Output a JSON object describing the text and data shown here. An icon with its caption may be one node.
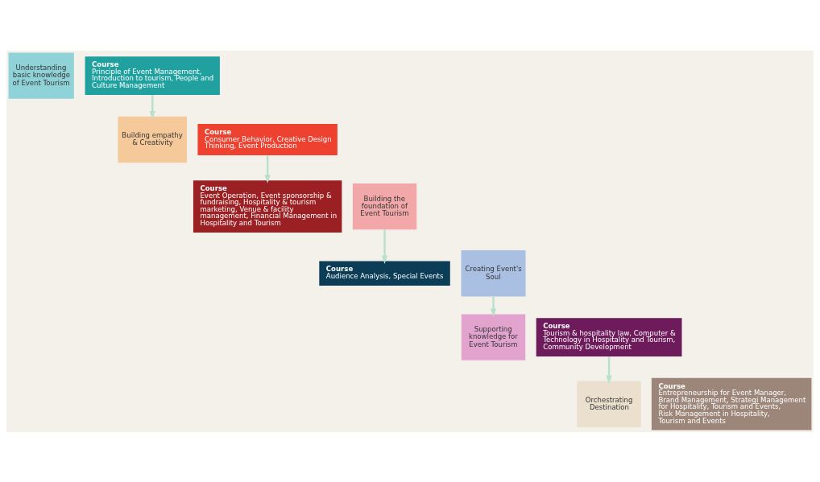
{
  "diagram": {
    "nodes": [
      {
        "text": [
          "Understanding basic knowledge of Event Tourism"
        ]
      },
      {
        "text": [
          "Course",
          "Principle of Event Management, Introduction to tourism, People and Culture Management"
        ]
      },
      {
        "text": [
          "Building empathy & Creativity"
        ]
      },
      {
        "text": [
          "Course",
          "Consumer Behavior, Creative Design Thinking, Event Production"
        ]
      },
      {
        "text": [
          "Building the foundation of Event Tourism"
        ]
      },
      {
        "text": [
          "Course",
          "Event Operation, Event sponsorship & fundraising, Hospitality & tourism marketing, Venue & facility management, Financial Management in Hospitality and Tourism"
        ]
      },
      {
        "text": [
          "Creating Event's Soul"
        ]
      },
      {
        "text": [
          "Course",
          "Audience Analysis, Special Events"
        ]
      },
      {
        "text": [
          "Supporting knowledge for Event Tourism"
        ]
      },
      {
        "text": [
          "Course",
          "Tourism & hospitality law, Computer & Technology in Hospitality and Tourism, Community Development"
        ]
      },
      {
        "text": [
          "Orchestrating Destination"
        ]
      },
      {
        "text": [
          "Course",
          "Entrepreneurship for Event Manager, Brand Management, Strategi Management for Hospitality, Tourism and Events, Risk Management in Hospitality, Tourism and Events"
        ]
      }
    ],
    "edges": [
      {
        "from": 1,
        "to": 2,
        "arrow": "to"
      },
      {
        "from": 3,
        "to": 5,
        "arrow": "to"
      },
      {
        "from": 4,
        "to": 7,
        "arrow": "to"
      },
      {
        "from": 6,
        "to": 8,
        "arrow": "to"
      },
      {
        "from": 9,
        "to": 10,
        "arrow": "to"
      }
    ]
  }
}
